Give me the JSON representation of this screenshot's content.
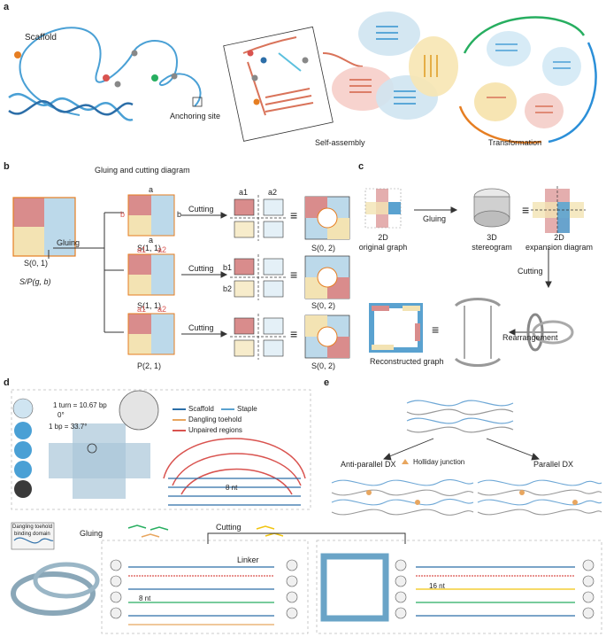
{
  "panels": {
    "a": {
      "letter": "a",
      "labels": {
        "scaffold": "Scaffold",
        "anchoring": "Anchoring site",
        "self_assembly": "Self-assembly",
        "transformation": "Transformation"
      }
    },
    "b": {
      "letter": "b",
      "title": "Gluing and cutting diagram",
      "gluing": "Gluing",
      "cutting": [
        "Cutting",
        "Cutting",
        "Cutting"
      ],
      "S01": "S(0, 1)",
      "SPgb": "S/P(g, b)",
      "S11a": "S(1, 1)",
      "S11b": "S(1, 1)",
      "P21": "P(2, 1)",
      "S02": [
        "S(0, 2)",
        "S(0, 2)",
        "S(0, 2)"
      ],
      "equiv": "≡",
      "edge": {
        "a": "a",
        "b": "b",
        "a1": "a1",
        "a2": "a2",
        "b1": "b1",
        "b2": "b2"
      }
    },
    "c": {
      "letter": "c",
      "orig_1": "2D",
      "orig_2": "original graph",
      "gluing": "Gluing",
      "stereo_1": "3D",
      "stereo_2": "stereogram",
      "exp_1": "2D",
      "exp_2": "expansion diagram",
      "cutting": "Cutting",
      "rearr": "Rearrangement",
      "recon": "Reconstructed graph",
      "equiv": "≡"
    },
    "d": {
      "letter": "d",
      "turn": "1 turn = 10.67 bp",
      "zero": "0°",
      "bp": "1 bp = 33.7°",
      "legend": [
        "Scaffold",
        "Staple",
        "Dangling toehold",
        "Unpaired regions"
      ],
      "nt8": "8 nt",
      "dangling_1": "Dangling toehold",
      "dangling_2": "binding domain",
      "gluing": "Gluing",
      "cutting": "Cutting",
      "linker": "Linker",
      "nt8b": "8 nt",
      "nt16": "16 nt"
    },
    "e": {
      "letter": "e",
      "anti": "Anti-parallel DX",
      "holliday": "Holliday junction",
      "parallel": "Parallel DX"
    }
  },
  "colors": {
    "scaffold": "#4aa0d5",
    "staple_red": "#d9534f",
    "orange": "#e67e22",
    "green": "#27ae60",
    "yellow": "#f1c40f",
    "tile_red": "#d98c8c",
    "tile_blue": "#bcd9ea",
    "tile_yellow": "#f3e3b3",
    "dna_blue": "#6fa8d6"
  }
}
